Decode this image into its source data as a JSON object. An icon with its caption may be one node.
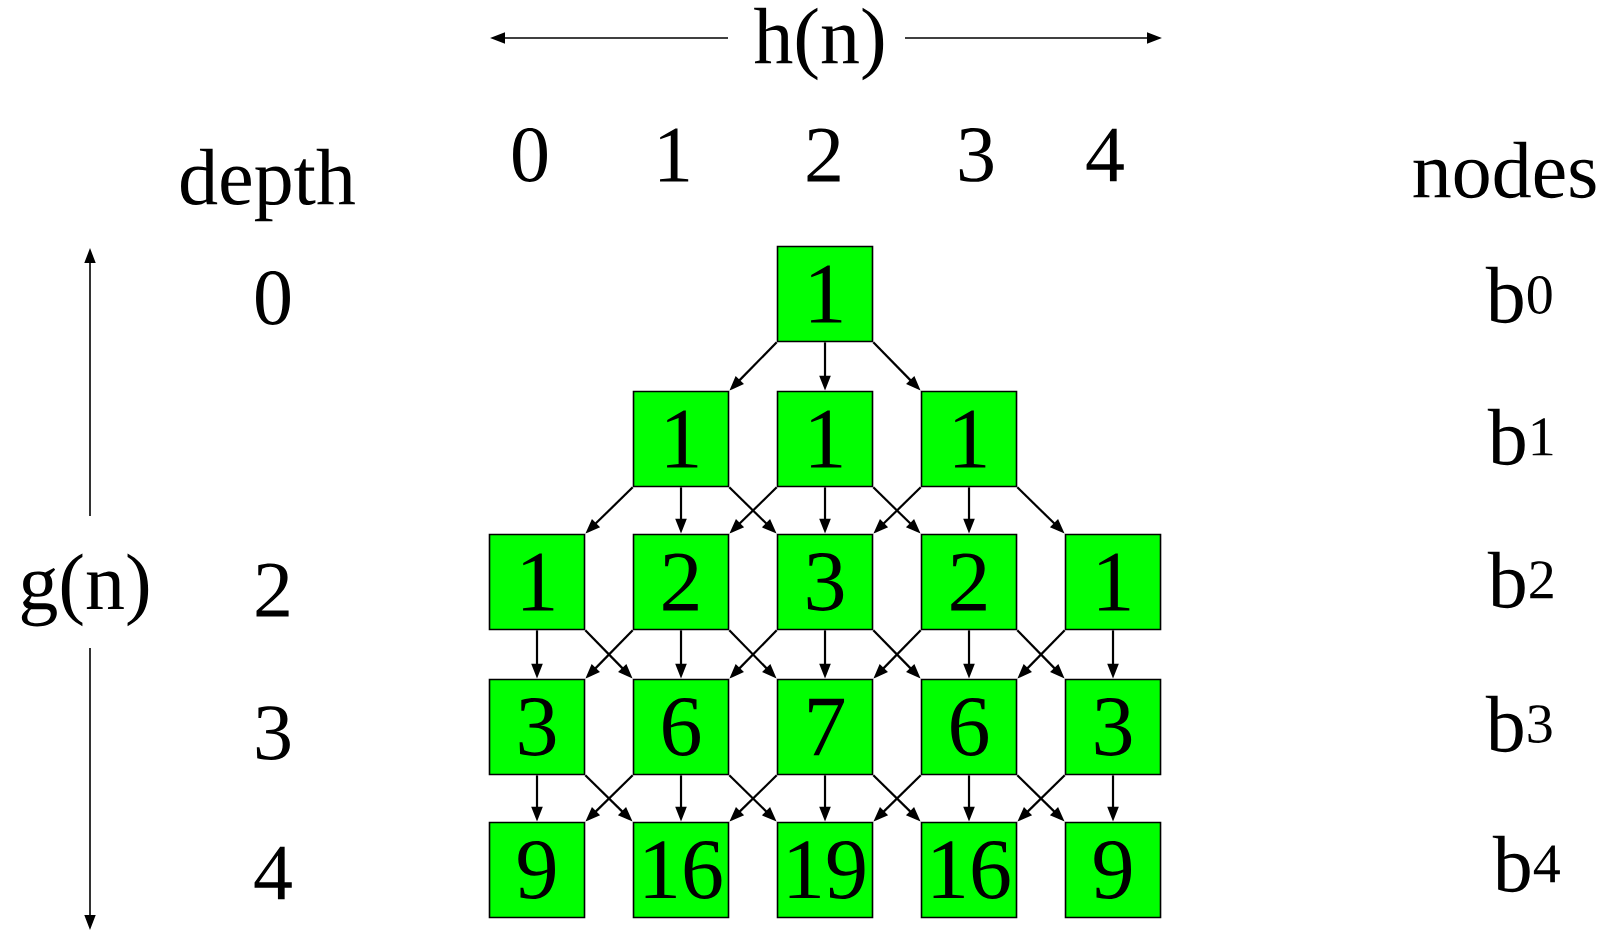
{
  "diagram": {
    "nodes": [
      {
        "text": [
          "1"
        ]
      },
      {
        "text": [
          "1"
        ]
      },
      {
        "text": [
          "1"
        ]
      },
      {
        "text": [
          "1"
        ]
      },
      {
        "text": [
          "1"
        ]
      },
      {
        "text": [
          "2"
        ]
      },
      {
        "text": [
          "3"
        ]
      },
      {
        "text": [
          "2"
        ]
      },
      {
        "text": [
          "1"
        ]
      },
      {
        "text": [
          "3"
        ]
      },
      {
        "text": [
          "6"
        ]
      },
      {
        "text": [
          "7"
        ]
      },
      {
        "text": [
          "6"
        ]
      },
      {
        "text": [
          "3"
        ]
      },
      {
        "text": [
          "9"
        ]
      },
      {
        "text": [
          "16"
        ]
      },
      {
        "text": [
          "19"
        ]
      },
      {
        "text": [
          "16"
        ]
      },
      {
        "text": [
          "9"
        ]
      }
    ],
    "edges": [
      {
        "from": 0,
        "to": 1,
        "arrow": "to"
      },
      {
        "from": 0,
        "to": 2,
        "arrow": "to"
      },
      {
        "from": 0,
        "to": 3,
        "arrow": "to"
      },
      {
        "from": 1,
        "to": 4,
        "arrow": "to"
      },
      {
        "from": 1,
        "to": 5,
        "arrow": "to"
      },
      {
        "from": 1,
        "to": 6,
        "arrow": "to"
      },
      {
        "from": 2,
        "to": 5,
        "arrow": "to"
      },
      {
        "from": 2,
        "to": 6,
        "arrow": "to"
      },
      {
        "from": 2,
        "to": 7,
        "arrow": "to"
      },
      {
        "from": 3,
        "to": 6,
        "arrow": "to"
      },
      {
        "from": 3,
        "to": 7,
        "arrow": "to"
      },
      {
        "from": 3,
        "to": 8,
        "arrow": "to"
      },
      {
        "from": 4,
        "to": 9,
        "arrow": "to"
      },
      {
        "from": 4,
        "to": 10,
        "arrow": "to"
      },
      {
        "from": 5,
        "to": 9,
        "arrow": "to"
      },
      {
        "from": 5,
        "to": 10,
        "arrow": "to"
      },
      {
        "from": 5,
        "to": 11,
        "arrow": "to"
      },
      {
        "from": 6,
        "to": 10,
        "arrow": "to"
      },
      {
        "from": 6,
        "to": 11,
        "arrow": "to"
      },
      {
        "from": 6,
        "to": 12,
        "arrow": "to"
      },
      {
        "from": 7,
        "to": 11,
        "arrow": "to"
      },
      {
        "from": 7,
        "to": 12,
        "arrow": "to"
      },
      {
        "from": 7,
        "to": 13,
        "arrow": "to"
      },
      {
        "from": 8,
        "to": 12,
        "arrow": "to"
      },
      {
        "from": 8,
        "to": 13,
        "arrow": "to"
      },
      {
        "from": 9,
        "to": 14,
        "arrow": "to"
      },
      {
        "from": 9,
        "to": 15,
        "arrow": "to"
      },
      {
        "from": 10,
        "to": 14,
        "arrow": "to"
      },
      {
        "from": 10,
        "to": 15,
        "arrow": "to"
      },
      {
        "from": 10,
        "to": 16,
        "arrow": "to"
      },
      {
        "from": 11,
        "to": 15,
        "arrow": "to"
      },
      {
        "from": 11,
        "to": 16,
        "arrow": "to"
      },
      {
        "from": 11,
        "to": 17,
        "arrow": "to"
      },
      {
        "from": 12,
        "to": 16,
        "arrow": "to"
      },
      {
        "from": 12,
        "to": 17,
        "arrow": "to"
      },
      {
        "from": 12,
        "to": 18,
        "arrow": "to"
      },
      {
        "from": 13,
        "to": 17,
        "arrow": "to"
      },
      {
        "from": 13,
        "to": 18,
        "arrow": "to"
      }
    ],
    "labels": [
      "h(n)",
      "depth",
      "0",
      "1",
      "2",
      "3",
      "4",
      "nodes",
      "0",
      "b$^{0}$",
      "b$^{1}$",
      "g(n)",
      "2",
      "b$^{2}$",
      "3",
      "b$^{3}$",
      "4",
      "b$^{4}$"
    ]
  }
}
